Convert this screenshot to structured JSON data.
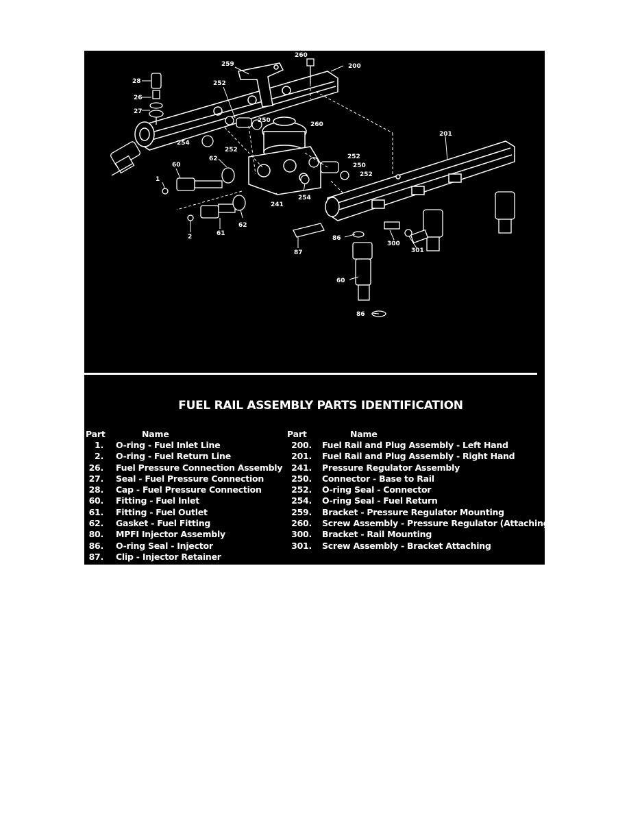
{
  "diagram": {
    "callouts": [
      "260",
      "200",
      "259",
      "28",
      "252",
      "26",
      "27",
      "250",
      "260",
      "254",
      "252",
      "201",
      "252",
      "250",
      "252",
      "60",
      "62",
      "1",
      "254",
      "241",
      "62",
      "2",
      "61",
      "86",
      "300",
      "87",
      "301",
      "60",
      "86"
    ]
  },
  "table": {
    "title": "FUEL RAIL ASSEMBLY PARTS IDENTIFICATION",
    "left_header": {
      "part": "Part",
      "name": "Name"
    },
    "right_header": {
      "part": "Part",
      "name": "Name"
    },
    "left_rows": [
      {
        "part": "1.",
        "name": "O-ring - Fuel Inlet Line"
      },
      {
        "part": "2.",
        "name": "O-ring - Fuel Return Line"
      },
      {
        "part": "26.",
        "name": "Fuel Pressure Connection Assembly"
      },
      {
        "part": "27.",
        "name": "Seal - Fuel Pressure Connection"
      },
      {
        "part": "28.",
        "name": "Cap - Fuel Pressure Connection"
      },
      {
        "part": "60.",
        "name": "Fitting - Fuel Inlet"
      },
      {
        "part": "61.",
        "name": "Fitting - Fuel Outlet"
      },
      {
        "part": "62.",
        "name": "Gasket - Fuel Fitting"
      },
      {
        "part": "80.",
        "name": "MPFI Injector Assembly"
      },
      {
        "part": "86.",
        "name": "O-ring Seal - Injector"
      },
      {
        "part": "87.",
        "name": "Clip - Injector Retainer"
      }
    ],
    "right_rows": [
      {
        "part": "200.",
        "name": "Fuel Rail and Plug Assembly - Left Hand"
      },
      {
        "part": "201.",
        "name": "Fuel Rail and Plug Assembly - Right Hand"
      },
      {
        "part": "241.",
        "name": "Pressure Regulator Assembly"
      },
      {
        "part": "250.",
        "name": "Connector - Base to Rail"
      },
      {
        "part": "252.",
        "name": "O-ring Seal - Connector"
      },
      {
        "part": "254.",
        "name": "O-ring Seal - Fuel  Return"
      },
      {
        "part": "259.",
        "name": "Bracket - Pressure Regulator Mounting"
      },
      {
        "part": "260.",
        "name": "Screw Assembly - Pressure Regulator (Attaching)"
      },
      {
        "part": "300.",
        "name": "Bracket - Rail Mounting"
      },
      {
        "part": "301.",
        "name": "Screw Assembly - Bracket Attaching"
      }
    ]
  }
}
